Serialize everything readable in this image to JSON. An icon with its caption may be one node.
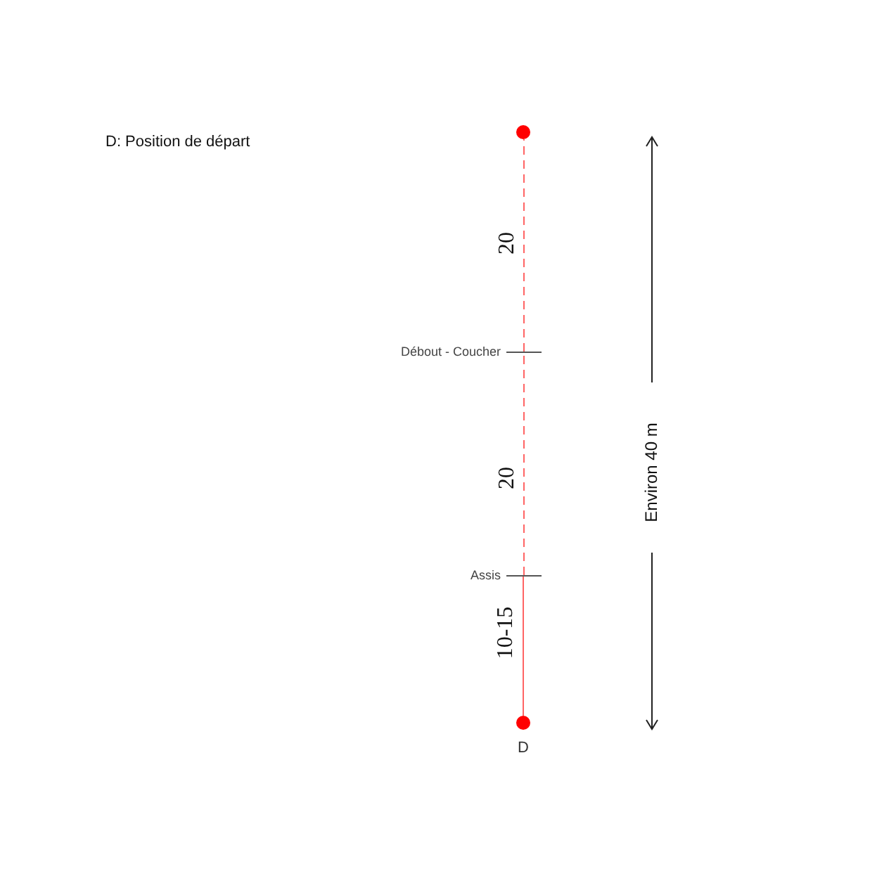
{
  "diagram": {
    "nodes": [
      {
        "text": [],
        "shape": "circle"
      },
      {
        "text": [],
        "shape": "bar",
        "beside": [
          "Débout - Coucher"
        ]
      },
      {
        "text": [],
        "shape": "bar",
        "beside": [
          "Assis"
        ]
      },
      {
        "text": [],
        "shape": "circle",
        "beside": [
          "D"
        ]
      }
    ],
    "edges": [
      {
        "from": 3,
        "to": 2,
        "arrow": "none",
        "label": "10-15"
      },
      {
        "from": 2,
        "to": 1,
        "arrow": "none",
        "label": "20",
        "style": "dashed"
      },
      {
        "from": 1,
        "to": 0,
        "arrow": "none",
        "label": "20",
        "style": "dashed"
      }
    ],
    "labels": [
      "D: Position de départ",
      "Environ 40 m"
    ]
  }
}
